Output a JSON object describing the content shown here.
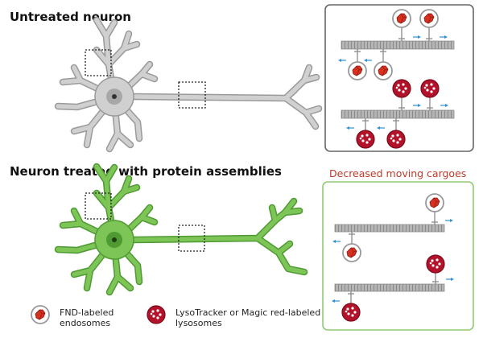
{
  "titles": {
    "untreated": "Untreated neuron",
    "treated": "Neuron treated with protein assemblies",
    "decreased": "Decreased moving cargoes"
  },
  "legend": {
    "endosome_line1": "FND-labeled",
    "endosome_line2": "endosomes",
    "lysosome_line1": "LysoTracker or Magic red-labeled",
    "lysosome_line2": "lysosomes"
  },
  "colors": {
    "untreated_neuron": "#d0d0d0",
    "untreated_neuron_outline": "#9a9a9a",
    "treated_neuron": "#7cc556",
    "treated_neuron_outline": "#4f9a33",
    "untreated_panel_border": "#666666",
    "treated_panel_border": "#8fcc73",
    "decreased_text": "#c0392b",
    "microtubule": "#9a9a9a",
    "endosome_ring": "#999999",
    "lysosome_fill": "#b3122b",
    "fnd_particle": "#d7301f",
    "arrow": "#2f8fd0"
  }
}
